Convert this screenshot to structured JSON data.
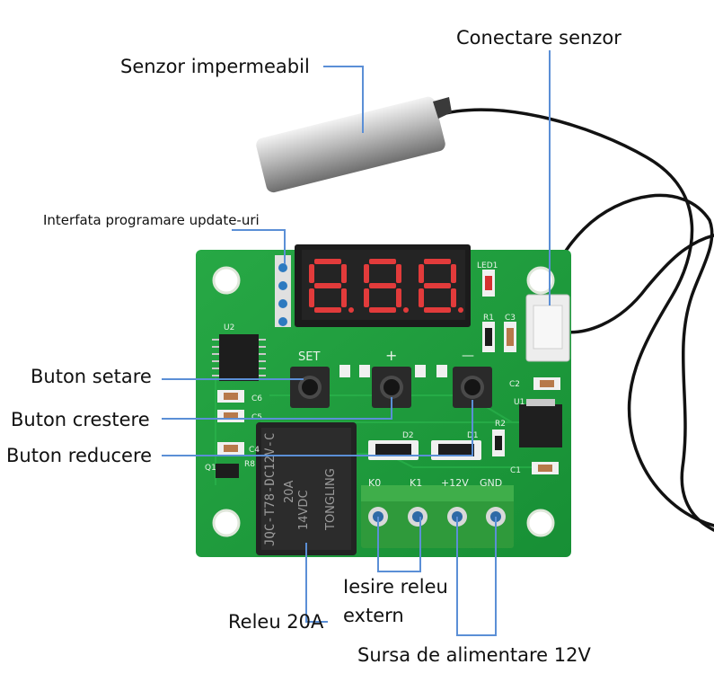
{
  "labels": {
    "sensor_connector": "Conectare senzor",
    "waterproof_sensor": "Senzor impermeabil",
    "programming_interface": "Interfata programare update-uri",
    "set_button": "Buton setare",
    "increase_button": "Buton crestere",
    "decrease_button": "Buton reducere",
    "relay": "Releu 20A",
    "relay_output_line1": "Iesire releu",
    "relay_output_line2": "extern",
    "power_supply": "Sursa de alimentare 12V"
  },
  "board_text": {
    "set": "SET",
    "plus": "+",
    "minus": "—",
    "led1": "LED1",
    "r1": "R1",
    "c3": "C3",
    "u2": "U2",
    "c6": "C6",
    "c5": "C5",
    "c4": "C4",
    "c2": "C2",
    "u1": "U1",
    "r2": "R2",
    "c1": "C1",
    "d2": "D2",
    "d1": "D1",
    "r8": "R8",
    "q1": "Q1",
    "k0": "K0",
    "k1": "K1",
    "v12": "+12V",
    "gnd": "GND",
    "relay_brand": "TONGLING",
    "relay_model": "JQC-T78-DC12V-C",
    "relay_rating1": "20A",
    "relay_rating2": "14VDC"
  },
  "colors": {
    "pcb": "#1e9a3c",
    "pcb_dark": "#13702a",
    "display": "#1b1b1b",
    "segment": "#e23b3b",
    "terminal": "#2f9a3b",
    "relay": "#222222",
    "leader": "#5b8fd6"
  }
}
